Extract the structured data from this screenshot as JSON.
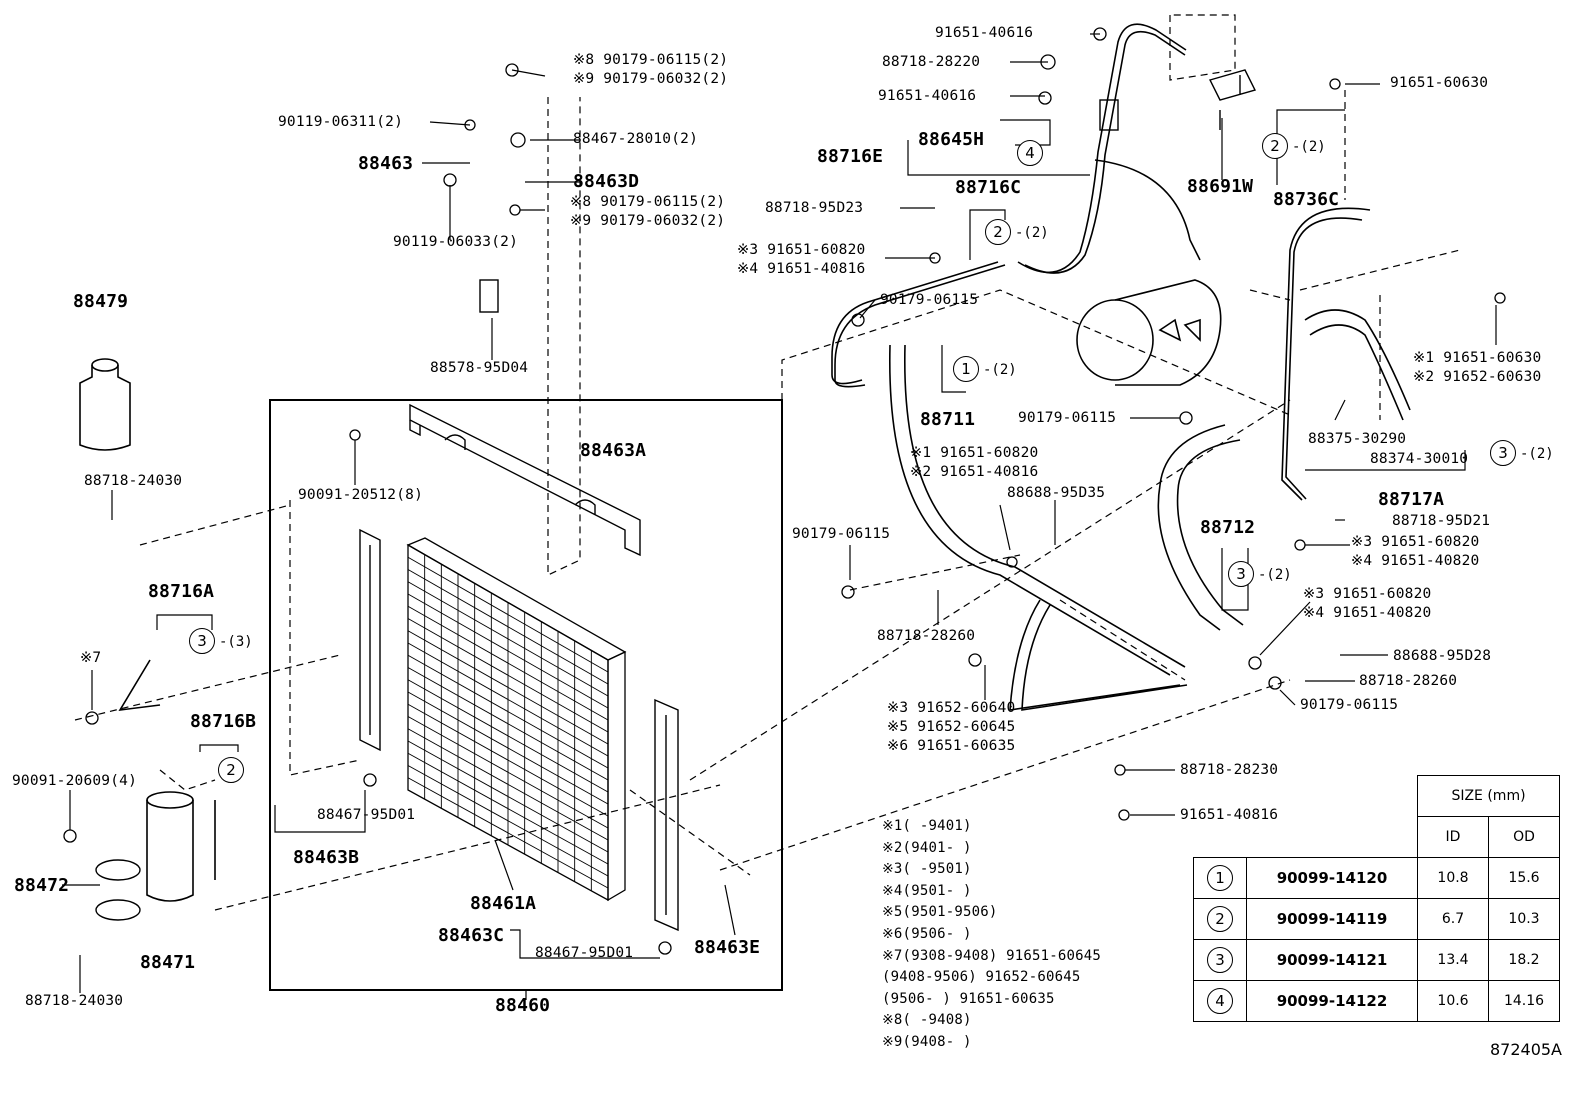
{
  "parts": {
    "p1": "91651-40616",
    "p2": "88718-28220",
    "p3": "91651-40616",
    "p4": "※8 90179-06115(2)",
    "p5": "※9 90179-06032(2)",
    "p6": "90119-06311(2)",
    "p7": "88467-28010(2)",
    "p8": "88463",
    "p9": "88463D",
    "p10": "※8 90179-06115(2)",
    "p11": "※9 90179-06032(2)",
    "p12": "90119-06033(2)",
    "p13": "88578-95D04",
    "p14": "88479",
    "p15": "88718-24030",
    "p16": "88716A",
    "p17": "※7",
    "p18": "88716B",
    "p19": "90091-20609(4)",
    "p20": "88472",
    "p21": "88471",
    "p22": "88718-24030",
    "p23": "90091-20512(8)",
    "p24": "88463A",
    "p25": "88467-95D01",
    "p26": "88463B",
    "p27": "88461A",
    "p28": "88463C",
    "p29": "88467-95D01",
    "p30": "88463E",
    "p31": "88460",
    "p32": "88716E",
    "p33": "88645H",
    "p34": "88691W",
    "p35": "88736C",
    "p36": "91651-60630",
    "p37": "88716C",
    "p38": "88718-95D23",
    "p39": "※3 91651-60820",
    "p40": "※4 91651-40816",
    "p41": "90179-06115",
    "p42": "88711",
    "p43": "90179-06115",
    "p44": "※1 91651-60820",
    "p45": "※2 91651-40816",
    "p46": "88688-95D35",
    "p47": "90179-06115",
    "p48": "88718-28260",
    "p49": "※3 91652-60640",
    "p50": "※5 91652-60645",
    "p51": "※6 91651-60635",
    "p52": "88712",
    "p53": "※3 91651-60820",
    "p54": "※4 91651-40820",
    "p55": "88688-95D28",
    "p56": "88718-28260",
    "p57": "90179-06115",
    "p58": "※1 91651-60630",
    "p59": "※2 91652-60630",
    "p60": "88375-30290",
    "p61": "88374-30010",
    "p62": "88717A",
    "p63": "88718-95D21",
    "p64": "※3 91651-60820",
    "p65": "※4 91651-40820",
    "p66": "88718-28230",
    "p67": "91651-40816"
  },
  "circles": {
    "c1": {
      "num": "4",
      "qty": ""
    },
    "c2": {
      "num": "2",
      "qty": "-(2)"
    },
    "c3": {
      "num": "2",
      "qty": "-(2)"
    },
    "c4": {
      "num": "1",
      "qty": "-(2)"
    },
    "c5": {
      "num": "3",
      "qty": "-(3)"
    },
    "c6": {
      "num": "2",
      "qty": ""
    },
    "c7": {
      "num": "3",
      "qty": "-(2)"
    },
    "c8": {
      "num": "3",
      "qty": "-(2)"
    }
  },
  "notes": [
    "※1(     -9401)",
    "※2(9401-     )",
    "※3(     -9501)",
    "※4(9501-     )",
    "※5(9501-9506)",
    "※6(9506-     )",
    "※7(9308-9408) 91651-60645",
    "    (9408-9506) 91652-60645",
    "    (9506-     ) 91651-60635",
    "※8(     -9408)",
    "※9(9408-     )"
  ],
  "size_table": {
    "header": "SIZE (mm)",
    "col_id": "ID",
    "col_od": "OD",
    "rows": [
      {
        "n": "1",
        "part": "90099-14120",
        "id": "10.8",
        "od": "15.6"
      },
      {
        "n": "2",
        "part": "90099-14119",
        "id": "6.7",
        "od": "10.3"
      },
      {
        "n": "3",
        "part": "90099-14121",
        "id": "13.4",
        "od": "18.2"
      },
      {
        "n": "4",
        "part": "90099-14122",
        "id": "10.6",
        "od": "14.16"
      }
    ]
  },
  "figure_ref": "872405A"
}
